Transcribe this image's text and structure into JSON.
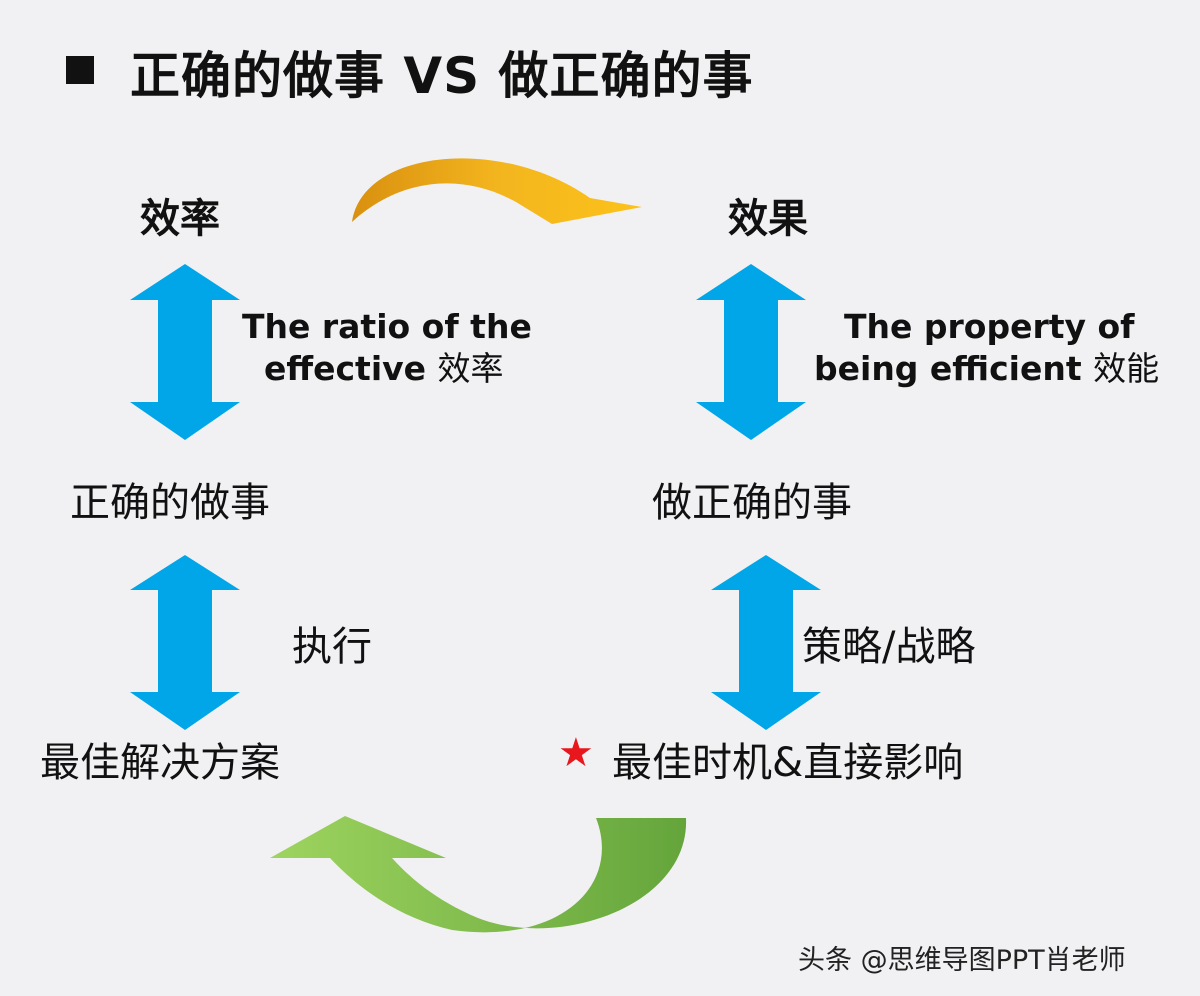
{
  "title": "正确的做事 VS 做正确的事",
  "left": {
    "head": "效率",
    "desc_line1": "The ratio of the",
    "desc_line2": "effective",
    "desc_cn": "效率",
    "node": "正确的做事",
    "lower_label": "执行",
    "bottom_node": "最佳解决方案"
  },
  "right": {
    "head": "效果",
    "desc_line1": "The property of",
    "desc_line2": "being efficient",
    "desc_cn": "效能",
    "node": "做正确的事",
    "lower_label": "策略/战略",
    "bottom_star": "★",
    "bottom_node": "最佳时机&直接影响"
  },
  "watermark": "头条 @思维导图PPT肖老师",
  "colors": {
    "double_arrow": "#00a6e8",
    "top_arrow": "#f0b21c",
    "bottom_arrow": "#7cc04a",
    "star": "#e8171d"
  }
}
